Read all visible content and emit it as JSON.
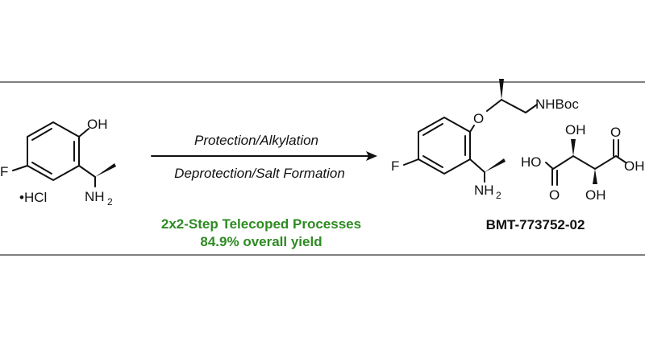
{
  "starting_material": {
    "oh": "OH",
    "f": "F",
    "hcl": "•HCl",
    "nh": "NH",
    "nh_sub": "2"
  },
  "arrow": {
    "above": "Protection/Alkylation",
    "below": "Deprotection/Salt Formation"
  },
  "summary": {
    "line1": "2x2-Step Telecoped Processes",
    "line2": "84.9% overall yield",
    "color": "#2e8b22"
  },
  "product": {
    "o": "O",
    "nhboc": "NHBoc",
    "f": "F",
    "nh": "NH",
    "nh_sub": "2",
    "code": "BMT-773752-02"
  },
  "tartrate": {
    "oh_top": "OH",
    "ho_left": "HO",
    "oh_right": "OH",
    "o_left": "O",
    "o_right": "O",
    "oh_bottom": "OH"
  }
}
